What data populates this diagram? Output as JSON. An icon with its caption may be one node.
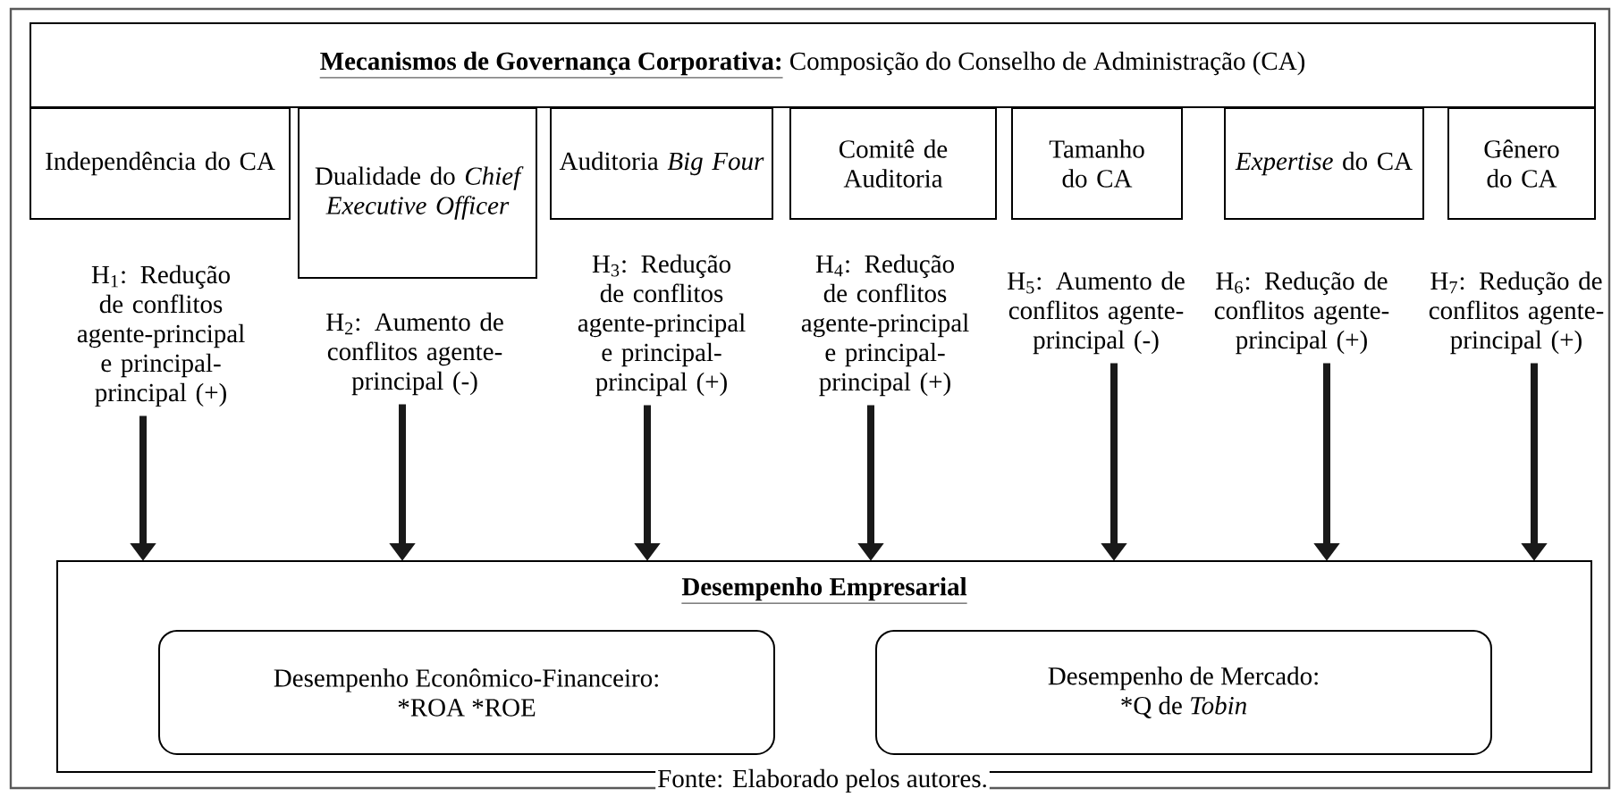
{
  "diagram": {
    "caption": "Fonte: Elaborado pelos autores.",
    "nodes": [
      {
        "text": [
          "Mecanismos de Governança Corporativa:",
          "Composição do Conselho de Administração (CA)"
        ]
      },
      {
        "text": [
          "Independência do CA"
        ]
      },
      {
        "text": [
          "Dualidade do *Chief Executive Officer*"
        ]
      },
      {
        "text": [
          "Auditoria *Big Four*"
        ]
      },
      {
        "text": [
          "Comitê de Auditoria"
        ]
      },
      {
        "text": [
          "Tamanho do CA"
        ]
      },
      {
        "text": [
          "*Expertise* do CA"
        ]
      },
      {
        "text": [
          "Gênero do CA"
        ]
      },
      {
        "text": [
          "H$_{1}$: Redução de conflitos agente-principal e principal-principal (+)"
        ]
      },
      {
        "text": [
          "H$_{2}$: Aumento de conflitos agente-principal (-)"
        ]
      },
      {
        "text": [
          "H$_{3}$: Redução de conflitos agente-principal e principal-principal (+)"
        ]
      },
      {
        "text": [
          "H$_{4}$: Redução de conflitos agente-principal e principal-principal (+)"
        ]
      },
      {
        "text": [
          "H$_{5}$: Aumento de conflitos agente-principal (-)"
        ]
      },
      {
        "text": [
          "H$_{6}$: Redução de conflitos agente-principal (+)"
        ]
      },
      {
        "text": [
          "H$_{7}$: Redução de conflitos agente-principal (+)"
        ]
      },
      {
        "text": [
          "Desempenho Empresarial"
        ]
      },
      {
        "text": [
          "Desempenho Econômico-Financeiro:",
          "*ROA *ROE"
        ],
        "in": 15
      },
      {
        "text": [
          "Desempenho de Mercado:",
          "*Q de *Tobin*"
        ],
        "in": 15
      }
    ],
    "edges": [
      {
        "from": 8,
        "to": 15,
        "arrow": "to"
      },
      {
        "from": 9,
        "to": 15,
        "arrow": "to"
      },
      {
        "from": 10,
        "to": 15,
        "arrow": "to"
      },
      {
        "from": 11,
        "to": 15,
        "arrow": "to"
      },
      {
        "from": 12,
        "to": 15,
        "arrow": "to"
      },
      {
        "from": 13,
        "to": 15,
        "arrow": "to"
      },
      {
        "from": 14,
        "to": 15,
        "arrow": "to"
      }
    ]
  }
}
